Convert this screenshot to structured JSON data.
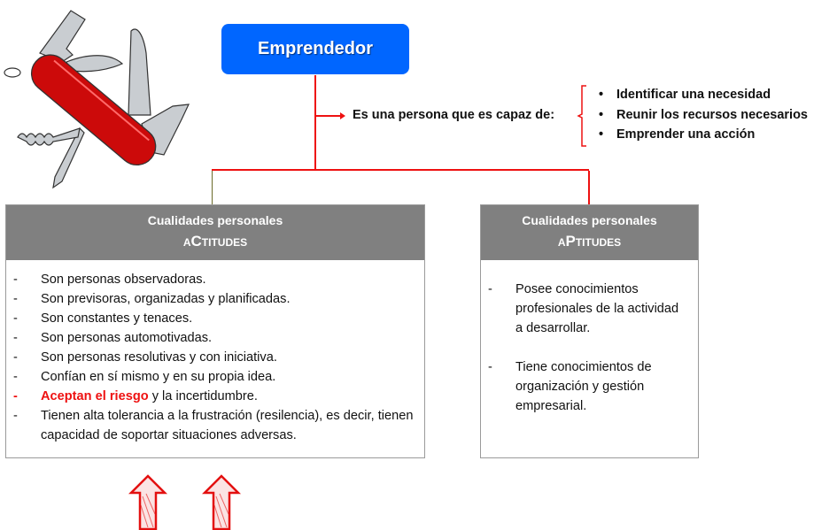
{
  "root": {
    "title": "Emprendedor"
  },
  "definition": {
    "label": "Es una persona que es capaz de:",
    "abilities": [
      "Identificar una necesidad",
      "Reunir los recursos necesarios",
      "Emprender una acción"
    ]
  },
  "left_card": {
    "heading": "Cualidades personales",
    "subheading": "aCtitudes",
    "items": [
      {
        "dash": "-",
        "text": "Son personas observadoras."
      },
      {
        "dash": "-",
        "text": "Son previsoras, organizadas y planificadas."
      },
      {
        "dash": "-",
        "text": "Son constantes y tenaces."
      },
      {
        "dash": "-",
        "text": "Son personas automotivadas."
      },
      {
        "dash": "-",
        "text": "Son personas resolutivas y con iniciativa."
      },
      {
        "dash": "-",
        "text": "Confían en sí mismo y en su propia idea."
      },
      {
        "dash": "-",
        "highlight": "Aceptan el riesgo",
        "text": " y la incertidumbre."
      },
      {
        "dash": "-",
        "text": "Tienen alta tolerancia a la frustración (resilencia), es decir, tienen capacidad de soportar situaciones adversas."
      }
    ]
  },
  "right_card": {
    "heading": "Cualidades personales",
    "subheading": "aPtitudes",
    "items": [
      {
        "dash": "-",
        "text": "Posee conocimientos profesionales de la actividad a desarrollar."
      },
      {
        "dash": "-",
        "text": "Tiene conocimientos de organización y gestión empresarial."
      }
    ]
  },
  "colors": {
    "root": "#0066ff",
    "connector": "#ee1111",
    "header": "#808080",
    "highlight": "#ee1111"
  }
}
